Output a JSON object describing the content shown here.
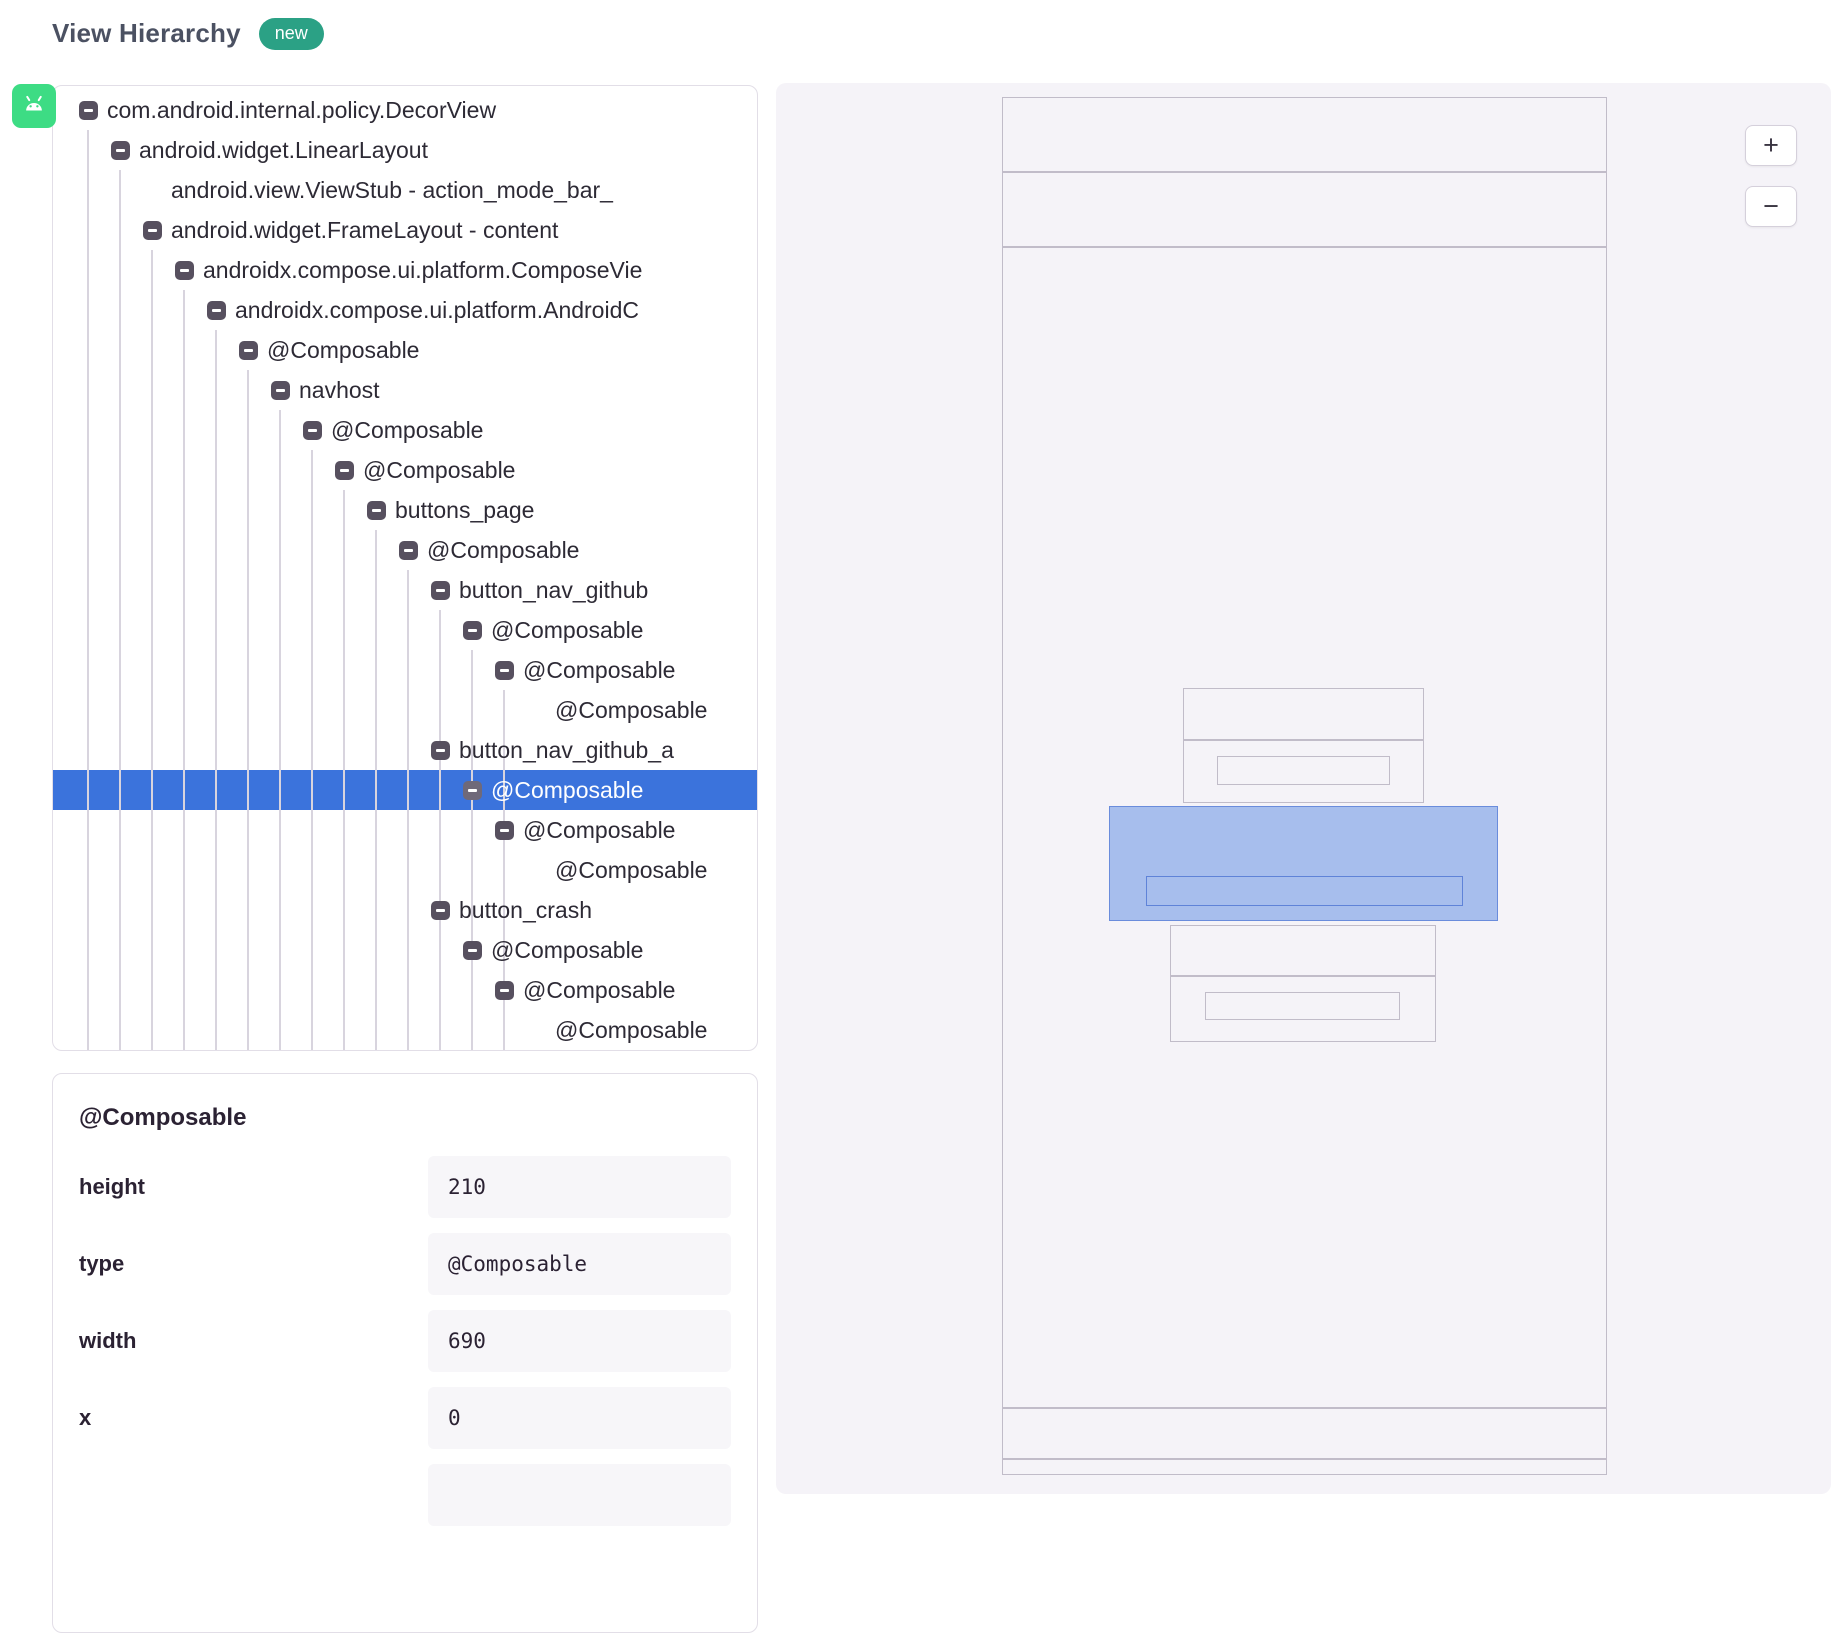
{
  "page": {
    "title": "View Hierarchy",
    "badge": "new"
  },
  "colors": {
    "selection_blue": "#3B73DC",
    "badge_teal": "#2BA185",
    "android_green": "#3DDC84"
  },
  "tree": {
    "rows": [
      {
        "label": "com.android.internal.policy.DecorView",
        "depth": 0,
        "icon": true,
        "selected": false
      },
      {
        "label": "android.widget.LinearLayout",
        "depth": 1,
        "icon": true,
        "selected": false
      },
      {
        "label": "android.view.ViewStub - action_mode_bar_",
        "depth": 2,
        "icon": false,
        "selected": false
      },
      {
        "label": "android.widget.FrameLayout - content",
        "depth": 2,
        "icon": true,
        "selected": false
      },
      {
        "label": "androidx.compose.ui.platform.ComposeVie",
        "depth": 3,
        "icon": true,
        "selected": false
      },
      {
        "label": "androidx.compose.ui.platform.AndroidC",
        "depth": 4,
        "icon": true,
        "selected": false
      },
      {
        "label": "@Composable",
        "depth": 5,
        "icon": true,
        "selected": false
      },
      {
        "label": "navhost",
        "depth": 6,
        "icon": true,
        "selected": false
      },
      {
        "label": "@Composable",
        "depth": 7,
        "icon": true,
        "selected": false
      },
      {
        "label": "@Composable",
        "depth": 8,
        "icon": true,
        "selected": false
      },
      {
        "label": "buttons_page",
        "depth": 9,
        "icon": true,
        "selected": false
      },
      {
        "label": "@Composable",
        "depth": 10,
        "icon": true,
        "selected": false
      },
      {
        "label": "button_nav_github",
        "depth": 11,
        "icon": true,
        "selected": false
      },
      {
        "label": "@Composable",
        "depth": 12,
        "icon": true,
        "selected": false
      },
      {
        "label": "@Composable",
        "depth": 13,
        "icon": true,
        "selected": false
      },
      {
        "label": "@Composable",
        "depth": 14,
        "icon": false,
        "selected": false
      },
      {
        "label": "button_nav_github_a",
        "depth": 11,
        "icon": true,
        "selected": false
      },
      {
        "label": "@Composable",
        "depth": 12,
        "icon": true,
        "selected": true
      },
      {
        "label": "@Composable",
        "depth": 13,
        "icon": true,
        "selected": false
      },
      {
        "label": "@Composable",
        "depth": 14,
        "icon": false,
        "selected": false
      },
      {
        "label": "button_crash",
        "depth": 11,
        "icon": true,
        "selected": false
      },
      {
        "label": "@Composable",
        "depth": 12,
        "icon": true,
        "selected": false
      },
      {
        "label": "@Composable",
        "depth": 13,
        "icon": true,
        "selected": false
      },
      {
        "label": "@Composable",
        "depth": 14,
        "icon": false,
        "selected": false
      }
    ]
  },
  "details": {
    "title": "@Composable",
    "fields": [
      {
        "label": "height",
        "value": "210"
      },
      {
        "label": "type",
        "value": "@Composable"
      },
      {
        "label": "width",
        "value": "690"
      },
      {
        "label": "x",
        "value": "0"
      },
      {
        "label": "",
        "value": ""
      }
    ]
  },
  "viewer": {
    "zoom_in": "+",
    "zoom_out": "−"
  }
}
